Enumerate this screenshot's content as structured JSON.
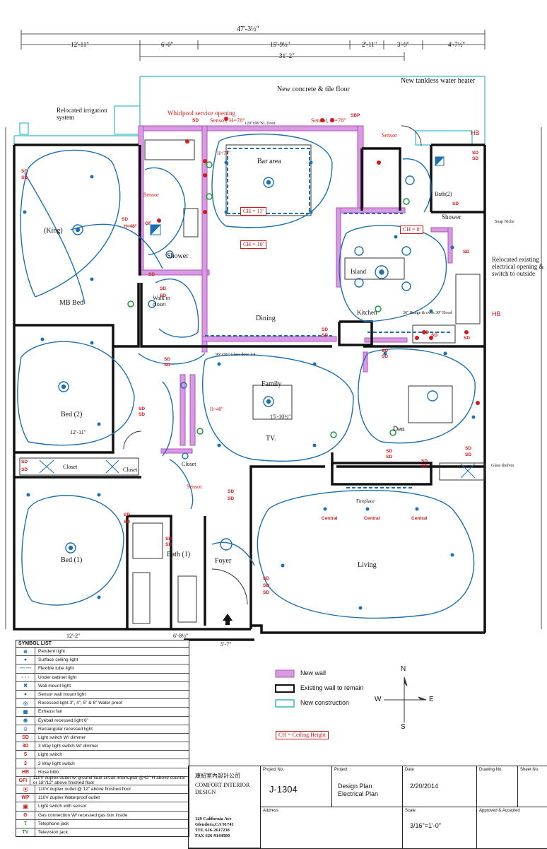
{
  "overall_dimension": "47'-3½\"",
  "top_dims": [
    "12'-11\"",
    "6'-0\"",
    "15'-9½\"",
    "2'-11\"",
    "3'-9\"",
    "4'-7½\""
  ],
  "sub_dim": "31'-2\"",
  "annotations": {
    "new_floor": "New concrete & tile floor",
    "tankless": "New tankless water heater",
    "irrigation": "Relocated irrigation system",
    "whirlpool": "Whirlpool service opening",
    "sensor_h78_a": "Sensor, H=78\"",
    "sensor_h78_b": "Sensor, H=78\"",
    "slider_door": "120\"x96\"SL Door",
    "relocated_elec": "Relocated existing electrical opening & switch to outside",
    "sensor": "Sensor",
    "hb": "HB",
    "h72": "H=72\"",
    "h48": "H=48\"",
    "range": "36\" Range & oven 30\" Hood",
    "glass_door": "96\"x96\" Glass door 1/4",
    "glass_shelves": "Glass shelves",
    "soap_niche": "Soap Niche",
    "fireplace": "Fireplace"
  },
  "rooms": {
    "bar": "Bar area",
    "king": "(King)",
    "mb_bed": "MB Bed",
    "shower": "Shower",
    "shower2": "Shower",
    "walk_in": "Walk in closet",
    "dining": "Dining",
    "island": "Island",
    "kitchen": "Kitchen",
    "bath2": "Bath(2)",
    "family": "Family",
    "tv": "TV.",
    "den": "Den",
    "bed2": "Bed (2)",
    "closet_a": "Closet",
    "closet_b": "Closet",
    "closet_c": "Closet",
    "bed1": "Bed (1)",
    "bath1": "Bath (1)",
    "foyer": "Foyer",
    "living": "Living"
  },
  "ceiling_heights": {
    "bar": "CH = 11'",
    "dining": "CH = 10'",
    "kitchen": "CH = 8'"
  },
  "room_dims": {
    "family": "15'-10½\"",
    "bed2_w": "12'-11\"",
    "bottom_a": "12'-2\"",
    "bottom_b": "6'-8½\"",
    "porch": "5'-7\""
  },
  "symbols": {
    "title": "SYMBOL LIST",
    "items": [
      {
        "sym": "⊕",
        "label": "Pendent light",
        "color": "blue"
      },
      {
        "sym": "●",
        "label": "Surface ceiling light",
        "color": "blue"
      },
      {
        "sym": "— —",
        "label": "Flexible tube light",
        "color": "blue"
      },
      {
        "sym": "- - -",
        "label": "Under cabinet light",
        "color": "blue"
      },
      {
        "sym": "✖",
        "label": "Wall mount light",
        "color": "blue"
      },
      {
        "sym": "●",
        "label": "Sensor wall mount light",
        "color": "blue"
      },
      {
        "sym": "◎",
        "label": "Recessed light 3\", 4\", 5\" & 6\" Water proof",
        "color": "blue"
      },
      {
        "sym": "▩",
        "label": "Exhaust fan",
        "color": "blue"
      },
      {
        "sym": "◉",
        "label": "Eyeball recessed light 6\"",
        "color": "blue"
      },
      {
        "sym": "▯",
        "label": "Rectangular recessed light",
        "color": "blue"
      },
      {
        "sym": "SD",
        "label": "Light switch W/ dimmer",
        "color": "red"
      },
      {
        "sym": "3D",
        "label": "3 Way light switch W/ dimmer",
        "color": "red"
      },
      {
        "sym": "S",
        "label": "Light switch",
        "color": "red"
      },
      {
        "sym": "3",
        "label": "3 Way light switch",
        "color": "red"
      },
      {
        "sym": "HB",
        "label": "Hose bibb",
        "color": "red"
      },
      {
        "sym": "GFI",
        "label": "110V duplex outlet w/ ground fault circuit interrupter @42\" H above counter or 18\"/12\" above finished floor",
        "color": "red"
      },
      {
        "sym": "⦿",
        "label": "110V duplex outlet @ 12\" above finished floor",
        "color": "red"
      },
      {
        "sym": "WP",
        "label": "110V duplex Waterproof outlet",
        "color": "red"
      },
      {
        "sym": "▣",
        "label": "Light switch with sensor",
        "color": "red"
      },
      {
        "sym": "G",
        "label": "Gas connection W/ recessed gas box inside",
        "color": "red"
      },
      {
        "sym": "T",
        "label": "Telephone jack",
        "color": "green"
      },
      {
        "sym": "TV",
        "label": "Television jack",
        "color": "green"
      }
    ]
  },
  "legend": {
    "new_wall": "New wall",
    "existing_wall": "Existing wall to remain",
    "new_construction": "New construction",
    "ceiling_height": "CH = Ceiling Height",
    "colors": {
      "new_wall": "#c86ad6",
      "existing_wall": "#111111",
      "new_construction": "#31b9c9",
      "wiring": "#1b6fb3",
      "switches": "#d21a1a"
    }
  },
  "compass": {
    "n": "N",
    "s": "S",
    "e": "E",
    "w": "W"
  },
  "title_block": {
    "company_cn": "康紹室內設計公司",
    "company": "COMFORT INTERIOR DESIGN",
    "address1": "129 California Ave",
    "address2": "Glendora,CA 91741",
    "tel": "TEL 626-2617238",
    "fax": "FAX 626-9144500",
    "project_no_label": "Project No.",
    "project_no": "J-1304",
    "project_label": "Project",
    "project1": "Design Plan",
    "project2": "Electrical Plan",
    "date_label": "Date",
    "date": "2/20/2014",
    "drawing_no_label": "Drawing No.",
    "sheet_no_label": "Sheet No.",
    "address_label": "Address",
    "scale_label": "Scale",
    "scale": "3/16\"=1'-0\"",
    "approved_label": "Approved & Accepted"
  }
}
